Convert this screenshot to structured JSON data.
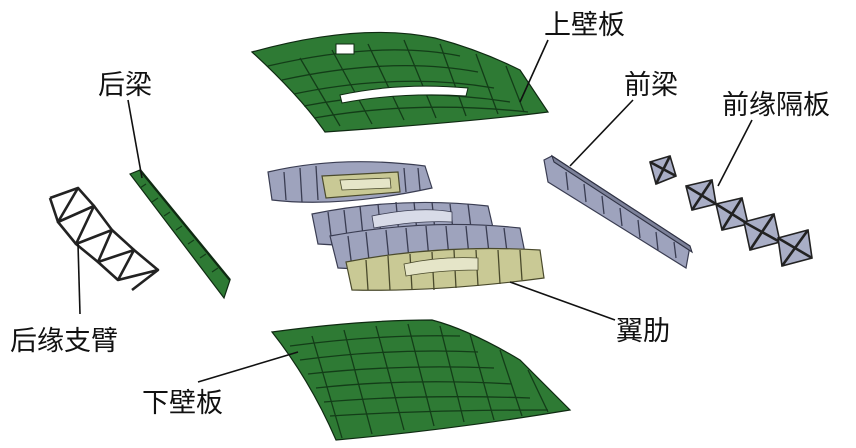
{
  "labels": {
    "upper_panel": "上壁板",
    "rear_spar": "后梁",
    "front_spar": "前梁",
    "leading_edge_bulkhead": "前缘隔板",
    "rear_edge_arm": "后缘支臂",
    "rib": "翼肋",
    "lower_panel": "下壁板"
  },
  "colors": {
    "panel_green": "#2e7a34",
    "spar_grey": "#9ea3bd",
    "rib_olive": "#c9c995"
  }
}
